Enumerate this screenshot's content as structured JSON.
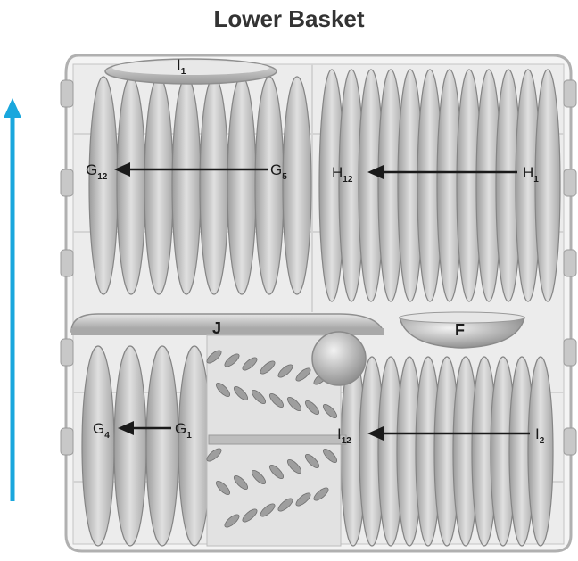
{
  "title": "Lower Basket",
  "colors": {
    "arrow_up": "#1aa7dd",
    "plate": "#c9c9c9",
    "plate_dark": "#8f8f8f",
    "frame": "#9a9a9a"
  },
  "labels": {
    "I1": {
      "main": "I",
      "sub": "1"
    },
    "G12": {
      "main": "G",
      "sub": "12"
    },
    "G5": {
      "main": "G",
      "sub": "5"
    },
    "H12": {
      "main": "H",
      "sub": "12"
    },
    "H1": {
      "main": "H",
      "sub": "1"
    },
    "J": {
      "main": "J"
    },
    "F": {
      "main": "F"
    },
    "G4": {
      "main": "G",
      "sub": "4"
    },
    "G1": {
      "main": "G",
      "sub": "1"
    },
    "I12": {
      "main": "I",
      "sub": "12"
    },
    "I2": {
      "main": "I",
      "sub": "2"
    }
  }
}
